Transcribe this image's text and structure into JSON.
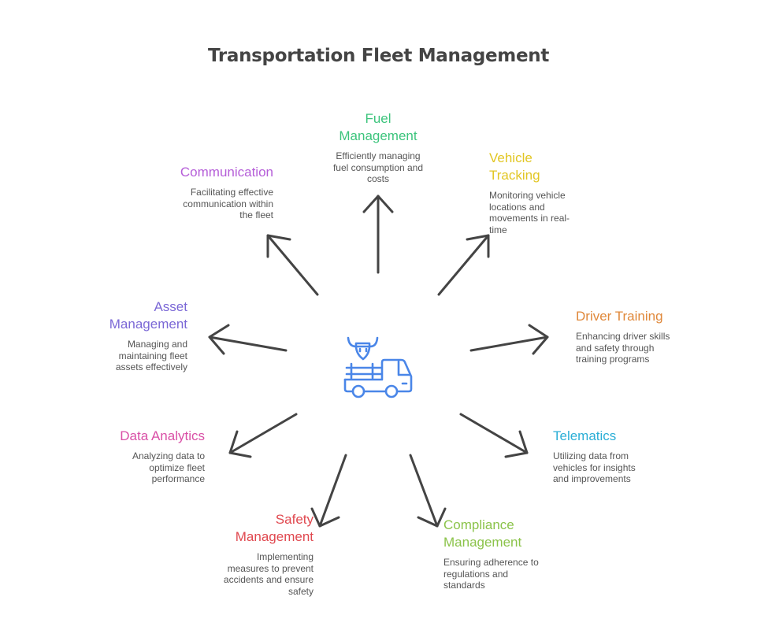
{
  "title": "Transportation Fleet Management",
  "center_icon": "cattle-truck-icon",
  "colors": {
    "arrow": "#444444",
    "icon": "#4A86E8",
    "fuel": "#3CC47C",
    "vehicle": "#E2C623",
    "communication": "#B55ED8",
    "asset": "#7B68D6",
    "driver": "#E0883A",
    "analytics": "#D94FA6",
    "telematics": "#2BAED6",
    "safety": "#E0484F",
    "compliance": "#8BC34A"
  },
  "nodes": {
    "fuel": {
      "title_1": "Fuel",
      "title_2": "Management",
      "desc_1": "Efficiently managing",
      "desc_2": "fuel consumption and",
      "desc_3": "costs"
    },
    "vehicle": {
      "title_1": "Vehicle",
      "title_2": "Tracking",
      "desc_1": "Monitoring vehicle",
      "desc_2": "locations and",
      "desc_3": "movements in real-",
      "desc_4": "time"
    },
    "communication": {
      "title_1": "Communication",
      "desc_1": "Facilitating effective",
      "desc_2": "communication within",
      "desc_3": "the fleet"
    },
    "asset": {
      "title_1": "Asset",
      "title_2": "Management",
      "desc_1": "Managing and",
      "desc_2": "maintaining fleet",
      "desc_3": "assets effectively"
    },
    "driver": {
      "title_1": "Driver Training",
      "desc_1": "Enhancing driver skills",
      "desc_2": "and safety through",
      "desc_3": "training programs"
    },
    "analytics": {
      "title_1": "Data Analytics",
      "desc_1": "Analyzing data to",
      "desc_2": "optimize fleet",
      "desc_3": "performance"
    },
    "telematics": {
      "title_1": "Telematics",
      "desc_1": "Utilizing data from",
      "desc_2": "vehicles for insights",
      "desc_3": "and improvements"
    },
    "safety": {
      "title_1": "Safety",
      "title_2": "Management",
      "desc_1": "Implementing",
      "desc_2": "measures to prevent",
      "desc_3": "accidents and ensure",
      "desc_4": "safety"
    },
    "compliance": {
      "title_1": "Compliance",
      "title_2": "Management",
      "desc_1": "Ensuring adherence to",
      "desc_2": "regulations and",
      "desc_3": "standards"
    }
  }
}
